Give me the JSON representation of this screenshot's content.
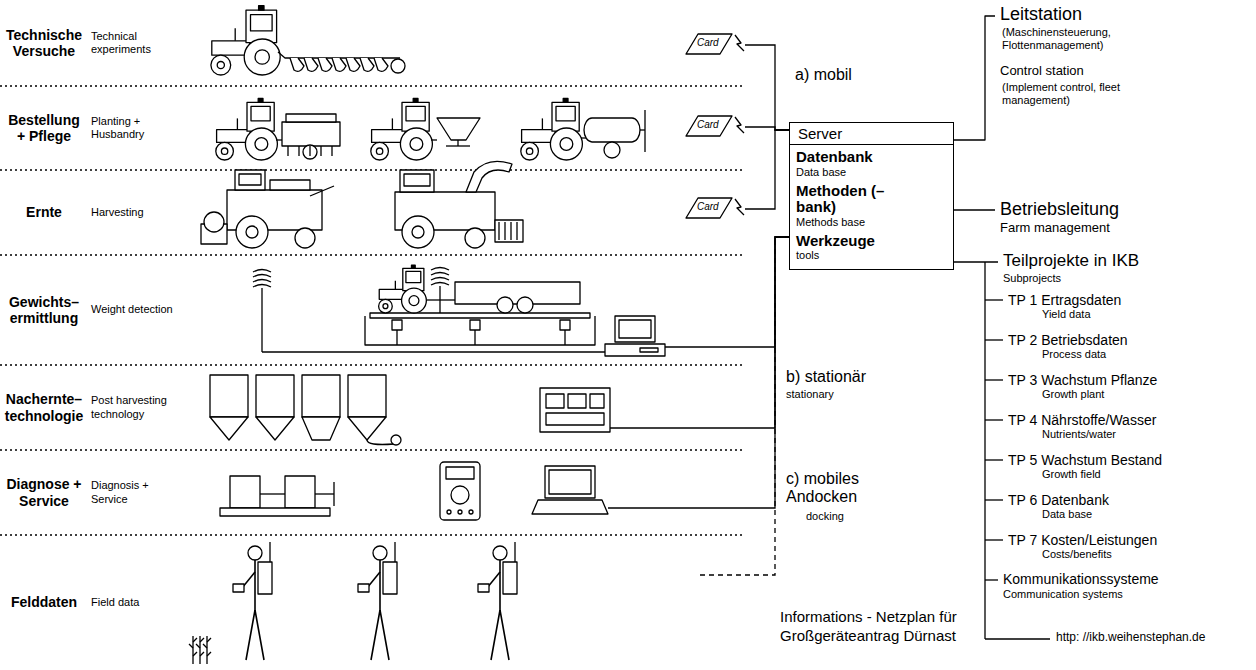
{
  "diagram": {
    "caption": "Informations - Netzplan für Großgeräteantrag Dürnast",
    "nodes": [
      {
        "text": [
          "Technische Versuche",
          "Technical experiments"
        ]
      },
      {
        "text": [
          "Bestellung + Pflege",
          "Planting + Husbandry"
        ]
      },
      {
        "text": [
          "Ernte",
          "Harvesting"
        ]
      },
      {
        "text": [
          "Gewichts– ermittlung",
          "Weight detection"
        ]
      },
      {
        "text": [
          "Nachernte– technologie",
          "Post harvesting technology"
        ]
      },
      {
        "text": [
          "Diagnose + Service",
          "Diagnosis + Service"
        ]
      },
      {
        "text": [
          "Felddaten",
          "Field data"
        ]
      },
      {
        "text": [
          "Server",
          "Datenbank",
          "Data base",
          "Methoden (–bank)",
          "Methods base",
          "Werkzeuge",
          "tools"
        ]
      }
    ],
    "edges": [
      {
        "from": 0,
        "to": 7,
        "arrow": "none"
      },
      {
        "from": 1,
        "to": 7,
        "arrow": "none"
      },
      {
        "from": 2,
        "to": 7,
        "arrow": "none"
      },
      {
        "from": 3,
        "to": 7,
        "arrow": "none"
      },
      {
        "from": 4,
        "to": 7,
        "arrow": "none"
      },
      {
        "from": 5,
        "to": 7,
        "arrow": "none"
      },
      {
        "from": 6,
        "to": 7,
        "arrow": "none"
      }
    ],
    "labels": [
      "Card",
      "Card",
      "Card",
      "a) mobil",
      "b) stationär",
      "stationary",
      "c) mobiles Andocken",
      "docking",
      "Leitstation",
      "(Maschinensteuerung, Flottenmanagement)",
      "Control station",
      "(Implement control, fleet management)",
      "Betriebsleitung",
      "Farm management",
      "Teilprojekte in IKB",
      "Subprojects",
      "TP 1 Ertragsdaten",
      "Yield data",
      "TP 2 Betriebsdaten",
      "Process data",
      "TP 3 Wachstum Pflanze",
      "Growth plant",
      "TP 4 Nährstoffe/Wasser",
      "Nutrients/water",
      "TP 5 Wachstum Bestand",
      "Growth field",
      "TP 6 Datenbank",
      "Data base",
      "TP 7 Kosten/Leistungen",
      "Costs/benefits",
      "Kommunikationssysteme",
      "Communication systems",
      "http: //ikb.weihenstephan.de"
    ]
  }
}
